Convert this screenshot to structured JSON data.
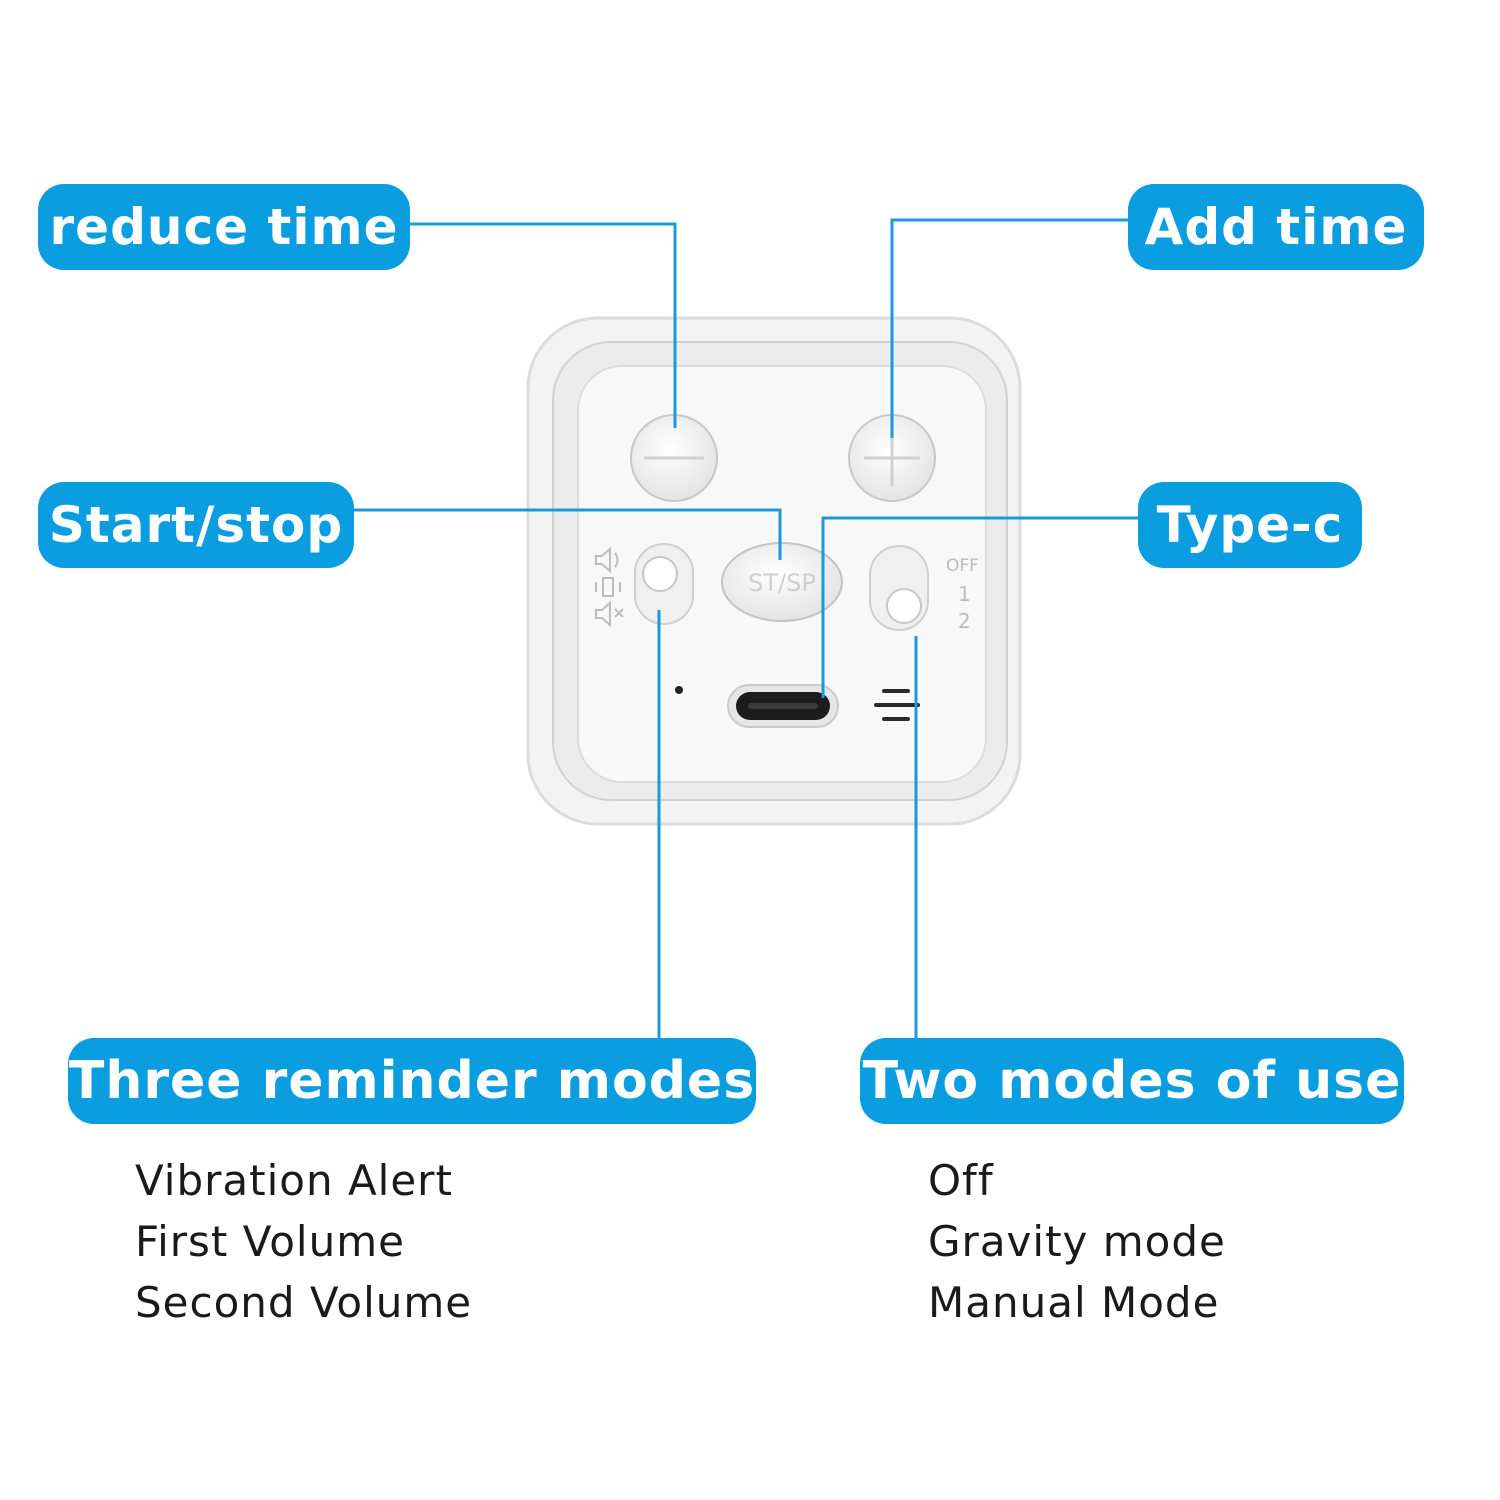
{
  "labels": {
    "reduce_time": "reduce time",
    "add_time": "Add time",
    "start_stop": "Start/stop",
    "type_c": "Type-c",
    "three_reminder_modes": "Three reminder modes",
    "two_modes_of_use": "Two modes of use"
  },
  "reminder_modes": [
    "Vibration Alert",
    "First Volume",
    "Second Volume"
  ],
  "use_modes": [
    "Off",
    "Gravity mode",
    "Manual Mode"
  ],
  "device": {
    "start_stop_button_text": "ST/SP",
    "mode_switch_marks": [
      "OFF",
      "1",
      "2"
    ]
  },
  "colors": {
    "label_background": "#0a9de0",
    "label_text": "#ffffff",
    "leader_line": "#1a9ad6"
  },
  "icons": [
    "speaker-icon",
    "vibration-icon",
    "mute-icon",
    "minus-icon",
    "plus-icon"
  ]
}
